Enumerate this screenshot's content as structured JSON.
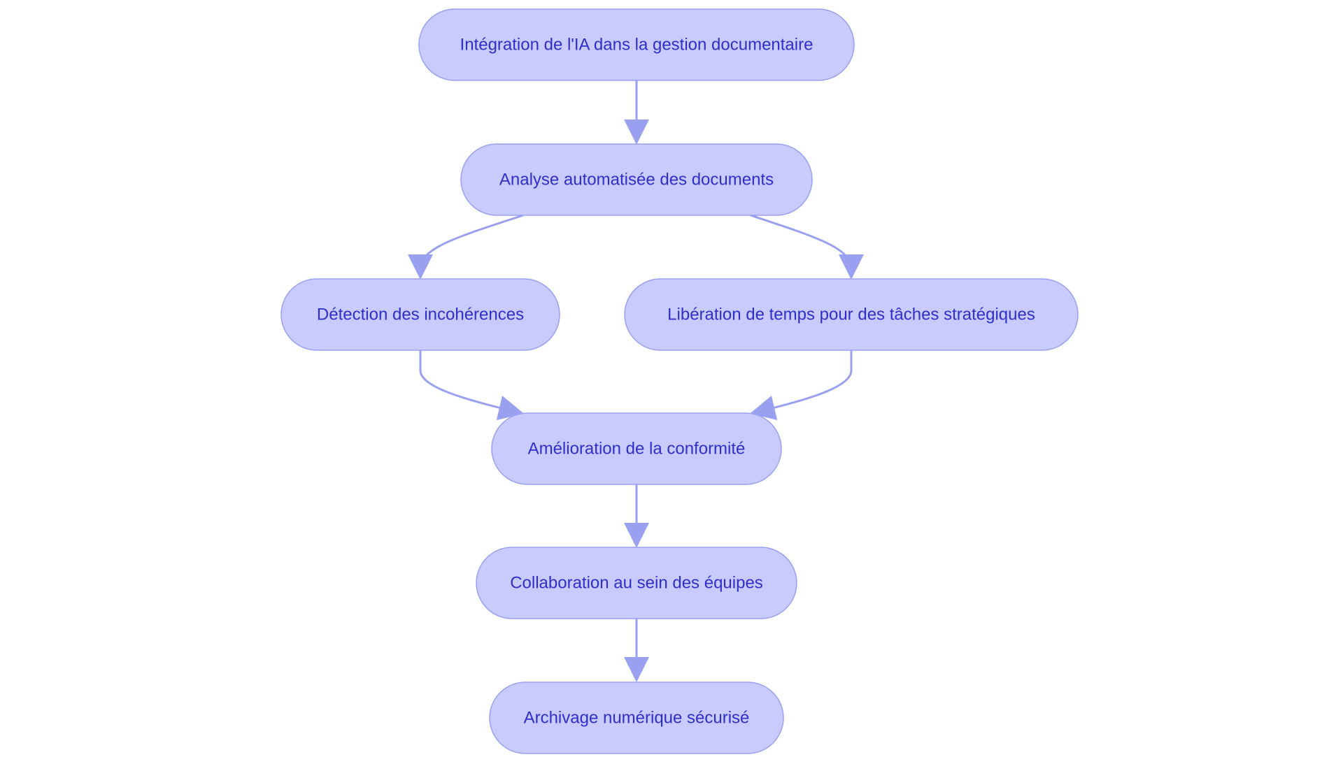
{
  "colors": {
    "node_fill": "#c9cbff",
    "node_stroke": "#9aa0f0",
    "text": "#2f2fc8",
    "edge": "#9aa0f0",
    "background": "#ffffff"
  },
  "nodes": [
    {
      "id": "n1",
      "label": "Intégration de l'IA dans la gestion documentaire"
    },
    {
      "id": "n2",
      "label": "Analyse automatisée des documents"
    },
    {
      "id": "n3",
      "label": "Détection des incohérences"
    },
    {
      "id": "n4",
      "label": "Libération de temps pour des tâches stratégiques"
    },
    {
      "id": "n5",
      "label": "Amélioration de la conformité"
    },
    {
      "id": "n6",
      "label": "Collaboration au sein des équipes"
    },
    {
      "id": "n7",
      "label": "Archivage numérique sécurisé"
    }
  ],
  "edges": [
    {
      "from": "n1",
      "to": "n2"
    },
    {
      "from": "n2",
      "to": "n3"
    },
    {
      "from": "n2",
      "to": "n4"
    },
    {
      "from": "n3",
      "to": "n5"
    },
    {
      "from": "n4",
      "to": "n5"
    },
    {
      "from": "n5",
      "to": "n6"
    },
    {
      "from": "n6",
      "to": "n7"
    }
  ]
}
